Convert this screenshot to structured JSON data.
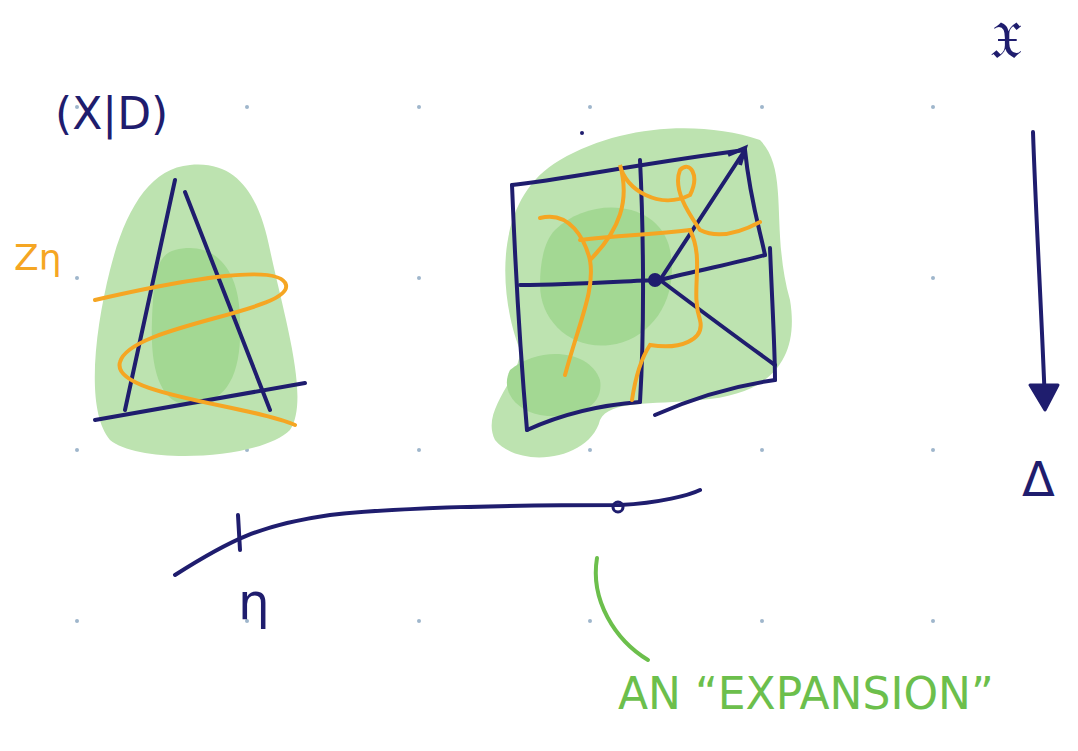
{
  "diagram": {
    "labels": [
      "(X|D)",
      "Zη",
      "𝔛",
      "Δ",
      "η",
      "AN “EXPANSION”"
    ]
  }
}
